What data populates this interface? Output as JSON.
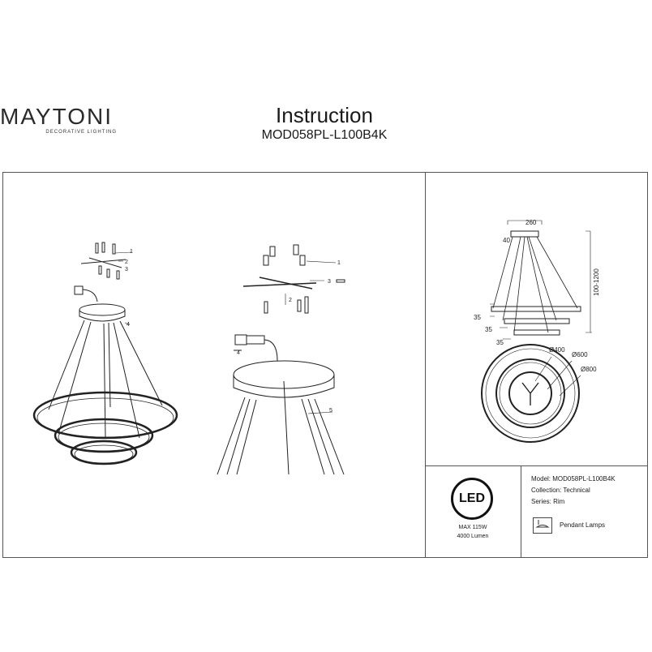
{
  "header": {
    "brand": "MAYTONI",
    "brand_tagline": "DECORATIVE LIGHTING",
    "title": "Instruction",
    "model_code": "MOD058PL-L100B4K"
  },
  "assembly": {
    "left_callouts": [
      "1",
      "2",
      "3",
      "4"
    ],
    "right_callouts": [
      "1",
      "2",
      "3",
      "4",
      "5"
    ]
  },
  "dimensions": {
    "canopy_width": "260",
    "canopy_height": "40",
    "suspension_length": "100-1200",
    "ring_heights": [
      "35",
      "35",
      "35"
    ],
    "ring_diameters": [
      "Ø400",
      "Ø600",
      "Ø800"
    ]
  },
  "led_badge": {
    "label": "LED",
    "power": "MAX 115W",
    "lumen": "4000 Lumen"
  },
  "specs": {
    "model": "Model: MOD058PL-L100B4K",
    "collection": "Collection: Technical",
    "series": "Series: Rim",
    "category": "Pendant Lamps"
  }
}
